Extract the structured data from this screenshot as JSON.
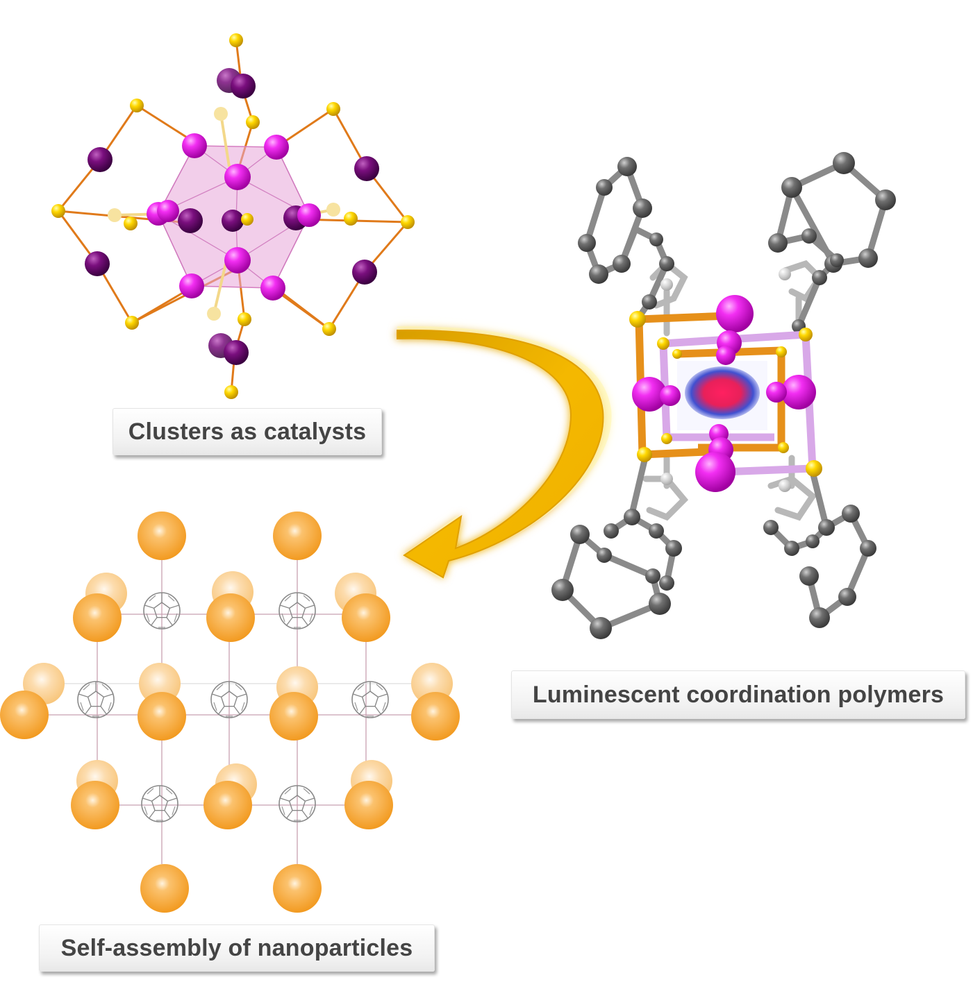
{
  "labels": {
    "clusters": "Clusters as catalysts",
    "polymers": "Luminescent coordination polymers",
    "nanoparticles": "Self-assembly of nanoparticles"
  },
  "colors": {
    "magenta_atom": "#e619e6",
    "purple_atom": "#7a0f7e",
    "gold_atom": "#ffd400",
    "orange_bond": "#e07a1a",
    "carbon_gray": "#6a6a6a",
    "nanoparticle_orange": "#f7a12e",
    "arrow_gold": "#e8a800",
    "pink_polyhedron": "#e8a6d8",
    "lilac_bond": "#d6a6e6"
  }
}
